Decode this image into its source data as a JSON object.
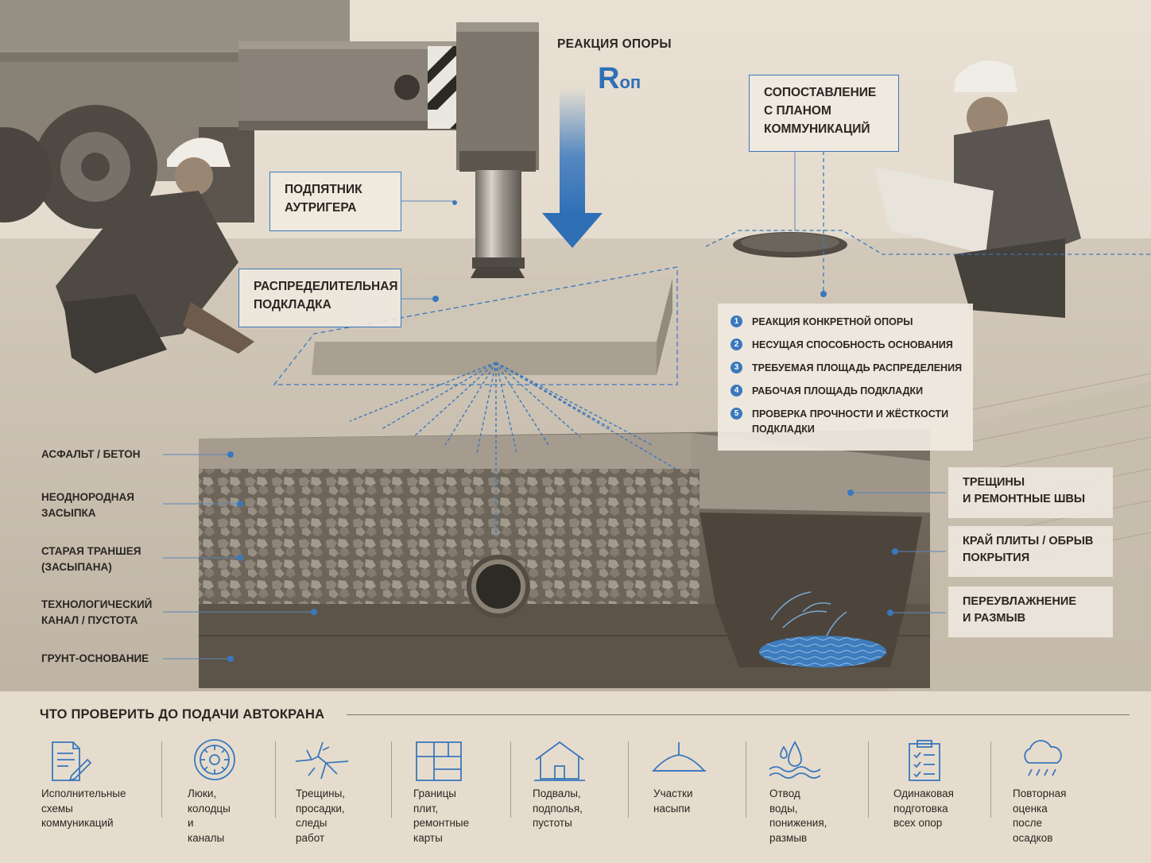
{
  "reaction": {
    "title": "РЕАКЦИЯ ОПОРЫ",
    "symbol_main": "R",
    "symbol_sub": "оп"
  },
  "callouts": {
    "outrigger_pad": "ПОДПЯТНИК\nАУТРИГЕРА",
    "distribution_pad": "РАСПРЕДЕЛИТЕЛЬНАЯ\nПОДКЛАДКА",
    "utility_plan": "СОПОСТАВЛЕНИЕ\nС ПЛАНОМ\nКОММУНИКАЦИЙ"
  },
  "steps": [
    {
      "num": "1",
      "text": "РЕАКЦИЯ КОНКРЕТНОЙ ОПОРЫ"
    },
    {
      "num": "2",
      "text": "НЕСУЩАЯ СПОСОБНОСТЬ ОСНОВАНИЯ"
    },
    {
      "num": "3",
      "text": "ТРЕБУЕМАЯ ПЛОЩАДЬ РАСПРЕДЕЛЕНИЯ"
    },
    {
      "num": "4",
      "text": "РАБОЧАЯ ПЛОЩАДЬ ПОДКЛАДКИ"
    },
    {
      "num": "5",
      "text": "ПРОВЕРКА ПРОЧНОСТИ И ЖЁСТКОСТИ\nПОДКЛАДКИ"
    }
  ],
  "layers": [
    {
      "text": "АСФАЛЬТ / БЕТОН"
    },
    {
      "text": "НЕОДНОРОДНАЯ\nЗАСЫПКА"
    },
    {
      "text": "СТАРАЯ ТРАНШЕЯ\n(ЗАСЫПАНА)"
    },
    {
      "text": "ТЕХНОЛОГИЧЕСКИЙ\nКАНАЛ / ПУСТОТА"
    },
    {
      "text": "ГРУНТ-ОСНОВАНИЕ"
    }
  ],
  "hazards": [
    {
      "text": "ТРЕЩИНЫ\nИ РЕМОНТНЫЕ ШВЫ"
    },
    {
      "text": "КРАЙ ПЛИТЫ / ОБРЫВ\nПОКРЫТИЯ"
    },
    {
      "text": "ПЕРЕУВЛАЖНЕНИЕ\nИ РАЗМЫВ"
    }
  ],
  "checklist": {
    "title": "ЧТО ПРОВЕРИТЬ ДО ПОДАЧИ АВТОКРАНА",
    "items": [
      {
        "icon": "document-icon",
        "label": "Исполнительные\nсхемы\nкоммуникаций"
      },
      {
        "icon": "manhole-icon",
        "label": "Люки,\nколодцы\nи каналы"
      },
      {
        "icon": "crack-icon",
        "label": "Трещины,\nпросадки,\nследы работ"
      },
      {
        "icon": "slab-grid-icon",
        "label": "Границы плит,\nремонтные\nкарты"
      },
      {
        "icon": "house-icon",
        "label": "Подвалы,\nподполья,\nпустоты"
      },
      {
        "icon": "embankment-icon",
        "label": "Участки\nнасыпи"
      },
      {
        "icon": "water-drop-icon",
        "label": "Отвод воды,\nпонижения,\nразмыв"
      },
      {
        "icon": "clipboard-icon",
        "label": "Одинаковая\nподготовка\nвсех опор"
      },
      {
        "icon": "rain-cloud-icon",
        "label": "Повторная оценка\nпосле осадков"
      }
    ]
  },
  "colors": {
    "accent": "#3a78bd",
    "background": "#e6dccd",
    "text": "#2a2622"
  }
}
